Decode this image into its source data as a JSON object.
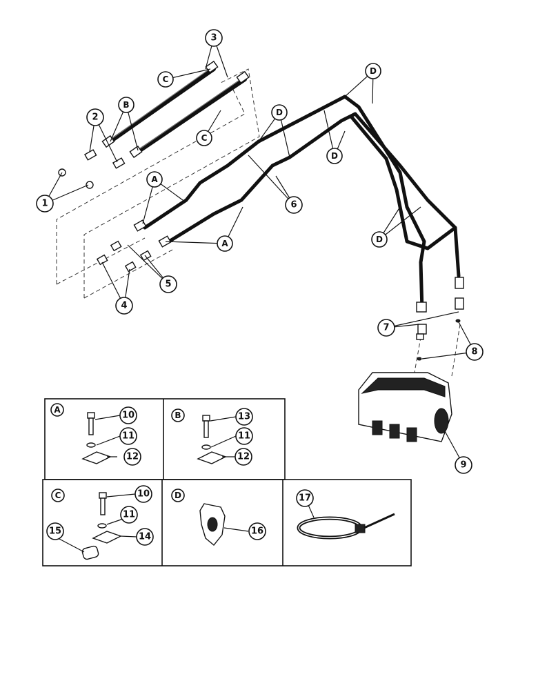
{
  "callouts": {
    "c1": "1",
    "c2": "2",
    "c3": "3",
    "c4": "4",
    "c5": "5",
    "c6": "6",
    "c7": "7",
    "c8": "8",
    "c9": "9",
    "a_top": "A",
    "a_bottom": "A",
    "b_top": "B",
    "c_top": "C",
    "c_mid": "C",
    "d_top": "D",
    "d_mid": "D",
    "d_right1": "D",
    "d_right2": "D"
  },
  "panels": {
    "a": {
      "letter": "A",
      "bolt": "10",
      "washer": "11",
      "clip": "12"
    },
    "b": {
      "letter": "B",
      "bolt": "13",
      "washer": "11",
      "clip": "12"
    },
    "c": {
      "letter": "C",
      "bolt": "10",
      "washer": "11",
      "clip": "14",
      "spacer": "15"
    },
    "d": {
      "letter": "D",
      "clamp": "16"
    },
    "e": {
      "tie": "17"
    }
  }
}
